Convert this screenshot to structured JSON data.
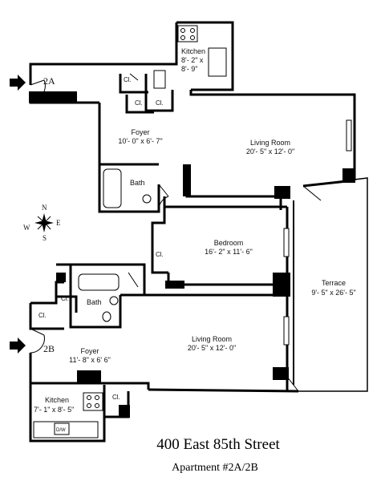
{
  "title": "400 East 85th Street",
  "subtitle": "Apartment #2A/2B",
  "compass": {
    "north": "N",
    "south": "S",
    "east": "E",
    "west": "W"
  },
  "units": {
    "a": "2A",
    "b": "2B"
  },
  "rooms": {
    "kitchen_a": {
      "name": "Kitchen",
      "dim1": "8'- 2\" x",
      "dim2": "8'- 9\""
    },
    "foyer_a": {
      "name": "Foyer",
      "dims": "10'- 0\" x 6'- 7\""
    },
    "living_a": {
      "name": "Living Room",
      "dims": "20'- 5\" x 12'- 0\""
    },
    "bath_a": {
      "name": "Bath"
    },
    "bedroom": {
      "name": "Bedroom",
      "dims": "16'- 2\" x 11'- 6\""
    },
    "terrace": {
      "name": "Terrace",
      "dims": "9'- 5\" x 26'- 5\""
    },
    "bath_b": {
      "name": "Bath"
    },
    "foyer_b": {
      "name": "Foyer",
      "dims": "11'- 8\" x 6' 6\""
    },
    "living_b": {
      "name": "Living Room",
      "dims": "20'- 5\" x 12'- 0\""
    },
    "kitchen_b": {
      "name": "Kitchen",
      "dims": "7'- 1\" x  8'- 5\""
    }
  },
  "closet_label": "Cl.",
  "fixtures": {
    "dishwasher": "D/W"
  }
}
